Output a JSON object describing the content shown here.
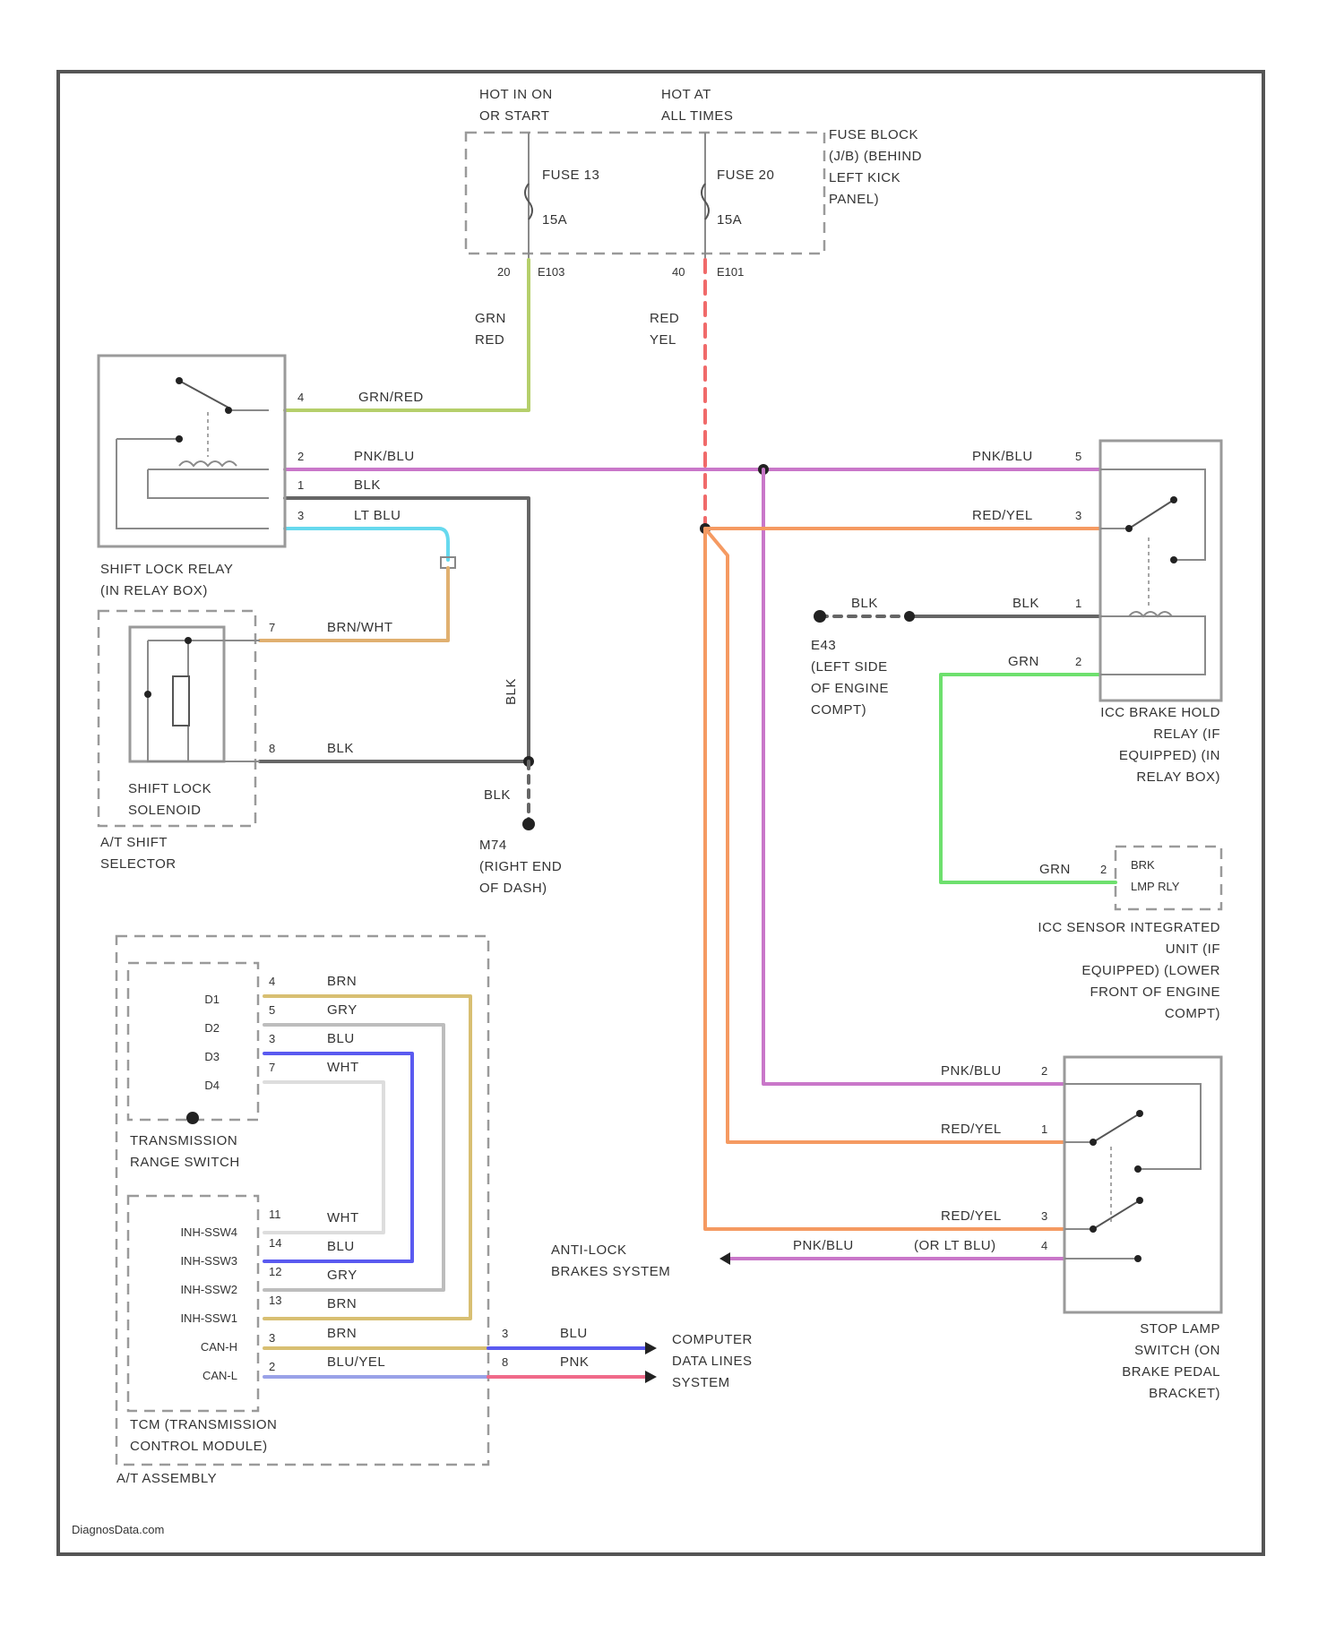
{
  "colors": {
    "grn_red": "#b5cf6b",
    "pnk_blu": "#c977c9",
    "blk": "#666666",
    "lt_blu": "#66d9ee",
    "brn_wht": "#e0b070",
    "red_yel": "#f59a62",
    "red_yel_dash": "#f06a6a",
    "grn": "#6ee06e",
    "brn": "#d8bf72",
    "gry": "#bdbdbd",
    "blu": "#5a5af0",
    "wht": "#dddddd",
    "blu_yel": "#9aa2e8",
    "pnk": "#f06a8a"
  },
  "power": {
    "hot_run": "HOT IN ON\nOR START",
    "hot_always": "HOT AT\nALL TIMES",
    "fuse_block": "FUSE BLOCK\n(J/B) (BEHIND\nLEFT KICK\nPANEL)",
    "fuse1_name": "FUSE 13",
    "fuse1_rating": "15A",
    "fuse2_name": "FUSE 20",
    "fuse2_rating": "15A",
    "conn1_pin": "20",
    "conn1_name": "E103",
    "conn2_pin": "40",
    "conn2_name": "E101"
  },
  "shift_lock_relay": {
    "name": "SHIFT LOCK RELAY\n(IN RELAY BOX)",
    "pins": [
      "4",
      "2",
      "1",
      "3"
    ]
  },
  "shift_lock_solenoid": {
    "name": "SHIFT LOCK\nSOLENOID",
    "selector": "A/T SHIFT\nSELECTOR",
    "pins": [
      "7",
      "8"
    ]
  },
  "ground_e71": "M74\n(RIGHT END\nOF DASH)",
  "ground_e43": "E43\n(LEFT SIDE\nOF ENGINE\nCOMPT)",
  "icc_relay": {
    "name": "ICC BRAKE HOLD\nRELAY (IF\nEQUIPPED) (IN\nRELAY BOX)",
    "pins": [
      "5",
      "3",
      "1",
      "2"
    ]
  },
  "icc_sensor": {
    "name": "ICC SENSOR INTEGRATED\nUNIT (IF\nEQUIPPED) (LOWER\nFRONT OF ENGINE\nCOMPT)",
    "pin": "2",
    "label": "BRK\nLMP RLY"
  },
  "stop_lamp": {
    "name": "STOP LAMP\nSWITCH (ON\nBRAKE PEDAL\nBRACKET)",
    "pins": [
      "2",
      "1",
      "3",
      "4"
    ]
  },
  "abs_label": "ANTI-LOCK\nBRAKES SYSTEM",
  "can_label": "COMPUTER\nDATA LINES\nSYSTEM",
  "trs": {
    "name": "TRANSMISSION\nRANGE SWITCH",
    "pins": [
      "4",
      "5",
      "3",
      "7"
    ],
    "terms": [
      "D1",
      "D2",
      "D3",
      "D4"
    ]
  },
  "tcm": {
    "name": "TCM (TRANSMISSION\nCONTROL MODULE)",
    "assembly": "A/T ASSEMBLY",
    "terms": [
      "INH-SSW4",
      "INH-SSW3",
      "INH-SSW2",
      "INH-SSW1",
      "CAN-H",
      "CAN-L"
    ],
    "pins": [
      "11",
      "14",
      "12",
      "13",
      "3",
      "2"
    ],
    "out_pins": [
      "3",
      "8"
    ]
  },
  "wires": {
    "grn_red": "GRN/RED",
    "grn_red_vert": "GRN\nRED",
    "red_yel_vert": "RED\nYEL",
    "pnk_blu": "PNK/BLU",
    "blk": "BLK",
    "lt_blu": "LT BLU",
    "brn_wht": "BRN/WHT",
    "red_yel": "RED/YEL",
    "grn": "GRN",
    "brn": "BRN",
    "gry": "GRY",
    "blu": "BLU",
    "wht": "WHT",
    "blu_yel": "BLU/YEL",
    "pnk": "PNK",
    "or_lt_blu": "(OR LT BLU)"
  },
  "footer": "DiagnosData.com"
}
